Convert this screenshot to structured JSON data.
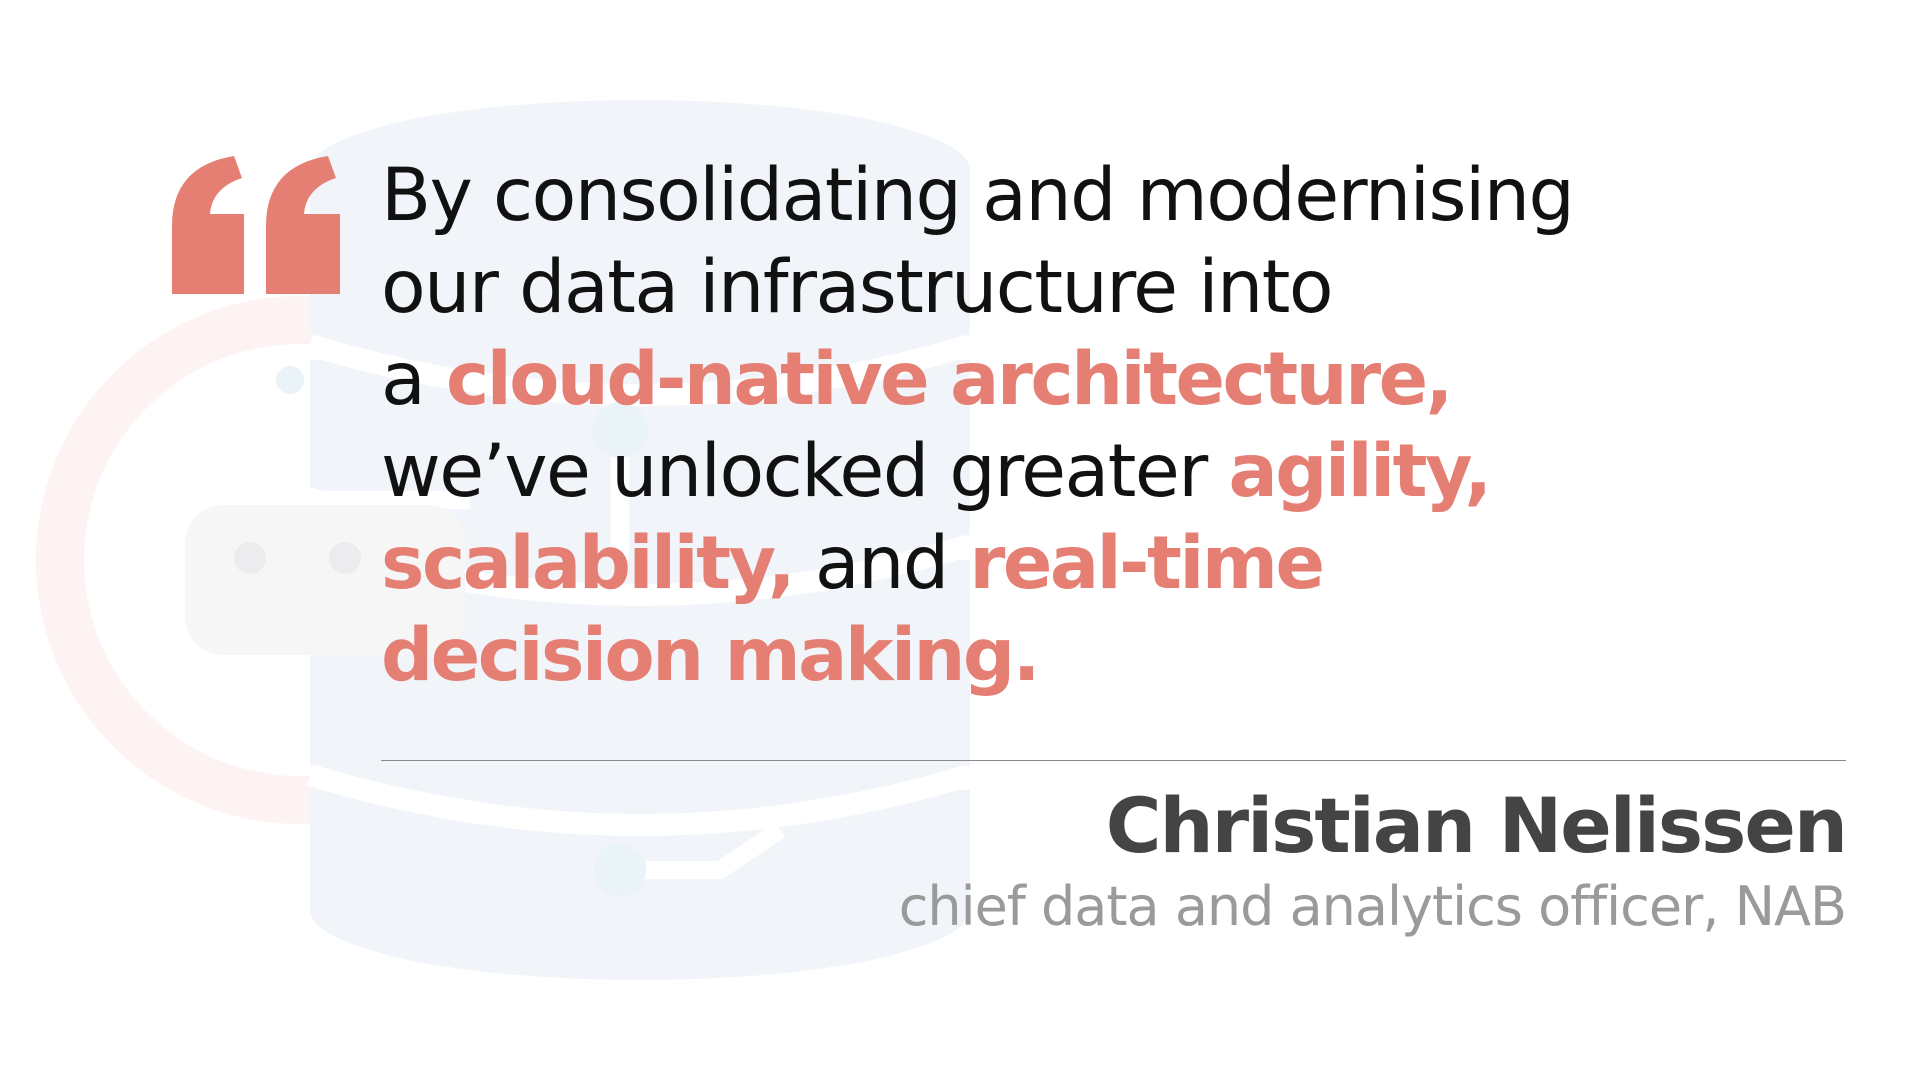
{
  "quote": {
    "line1": "By consolidating and modernising",
    "line2": "our data infrastructure into",
    "line3_a": "a ",
    "line3_b": "cloud-native architecture,",
    "line4_a": "we’ve unlocked greater ",
    "line4_b": "agility,",
    "line5_a": "scalability,",
    "line5_b": " and ",
    "line5_c": "real-time",
    "line6": "decision making."
  },
  "attribution": {
    "name": "Christian Nelissen",
    "role": "chief data and analytics officer, NAB"
  },
  "colors": {
    "accent": "#e57f74",
    "text": "#111111",
    "name": "#444444",
    "role": "#9a9a9a",
    "background_art": "#eef1f6"
  },
  "icons": {
    "quote_mark": "open-quote-icon",
    "background": "database-stack-icon"
  }
}
